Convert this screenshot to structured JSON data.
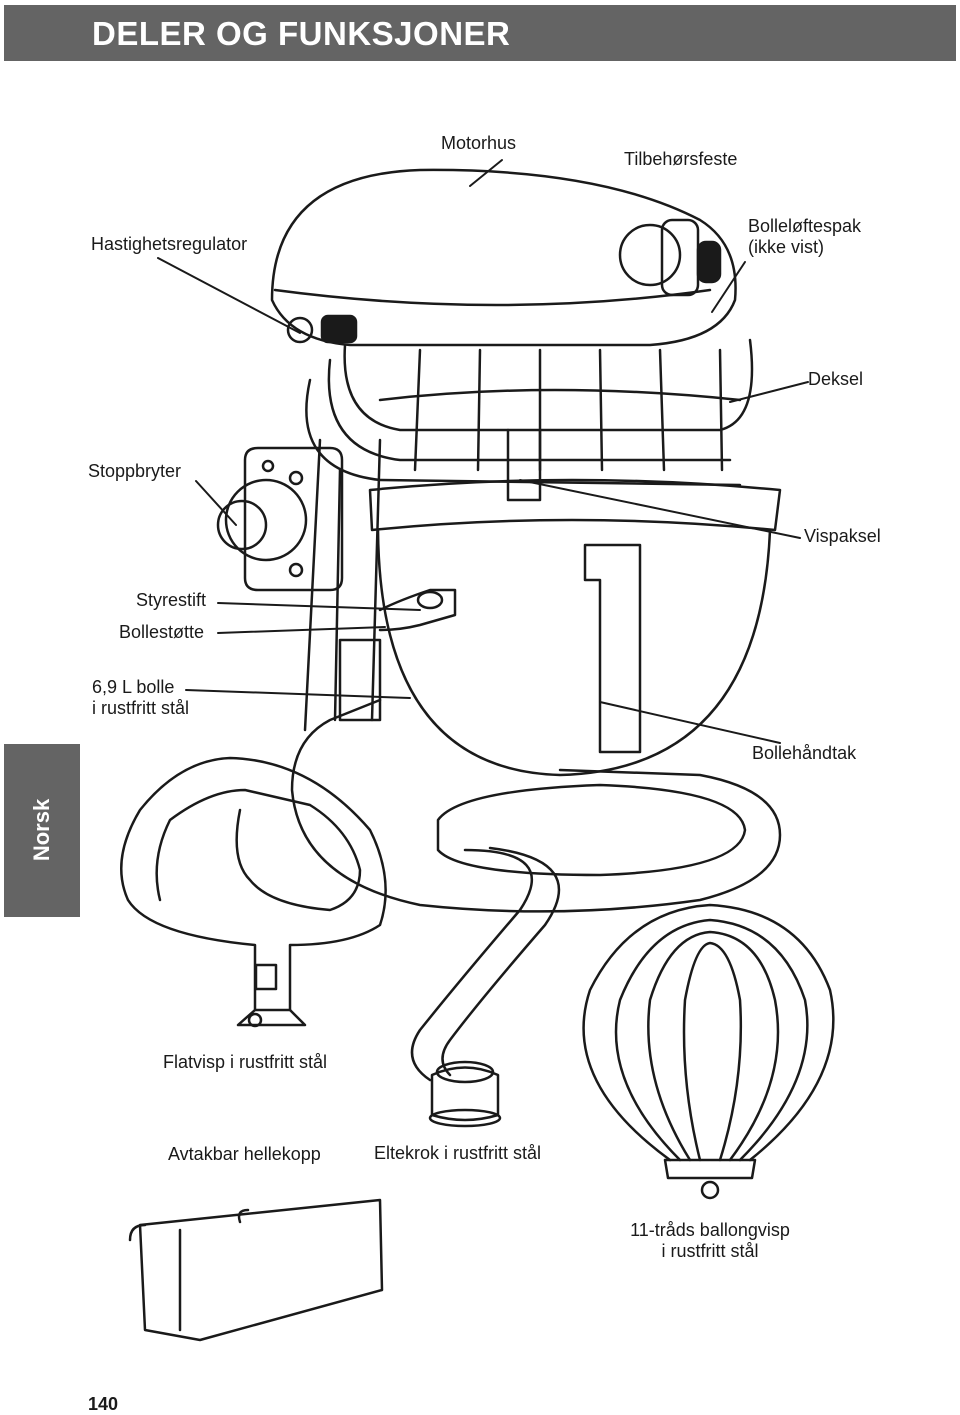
{
  "header": {
    "title": "DELER OG FUNKSJONER"
  },
  "side_tab": {
    "label": "Norsk"
  },
  "labels": {
    "motorhus": "Motorhus",
    "tilbehorsfeste": "Tilbehørsfeste",
    "hastighetsregulator": "Hastighetsregulator",
    "bolleloftespak_1": "Bolleløftespak",
    "bolleloftespak_2": "(ikke vist)",
    "deksel": "Deksel",
    "stoppbryter": "Stoppbryter",
    "vispaksel": "Vispaksel",
    "styrestift": "Styrestift",
    "bollestotte": "Bollestøtte",
    "bolle_1": "6,9 L bolle",
    "bolle_2": "i rustfritt stål",
    "bollehandtak": "Bollehåndtak",
    "flatvisp": "Flatvisp i rustfritt stål",
    "hellekopp": "Avtakbar hellekopp",
    "eltekrok": "Eltekrok i rustfritt stål",
    "ballongvisp_1": "11-tråds ballongvisp",
    "ballongvisp_2": "i rustfritt stål"
  },
  "page_number": "140",
  "colors": {
    "header_bg": "#646464",
    "header_text": "#ffffff",
    "line_art": "#1a1a1a"
  }
}
